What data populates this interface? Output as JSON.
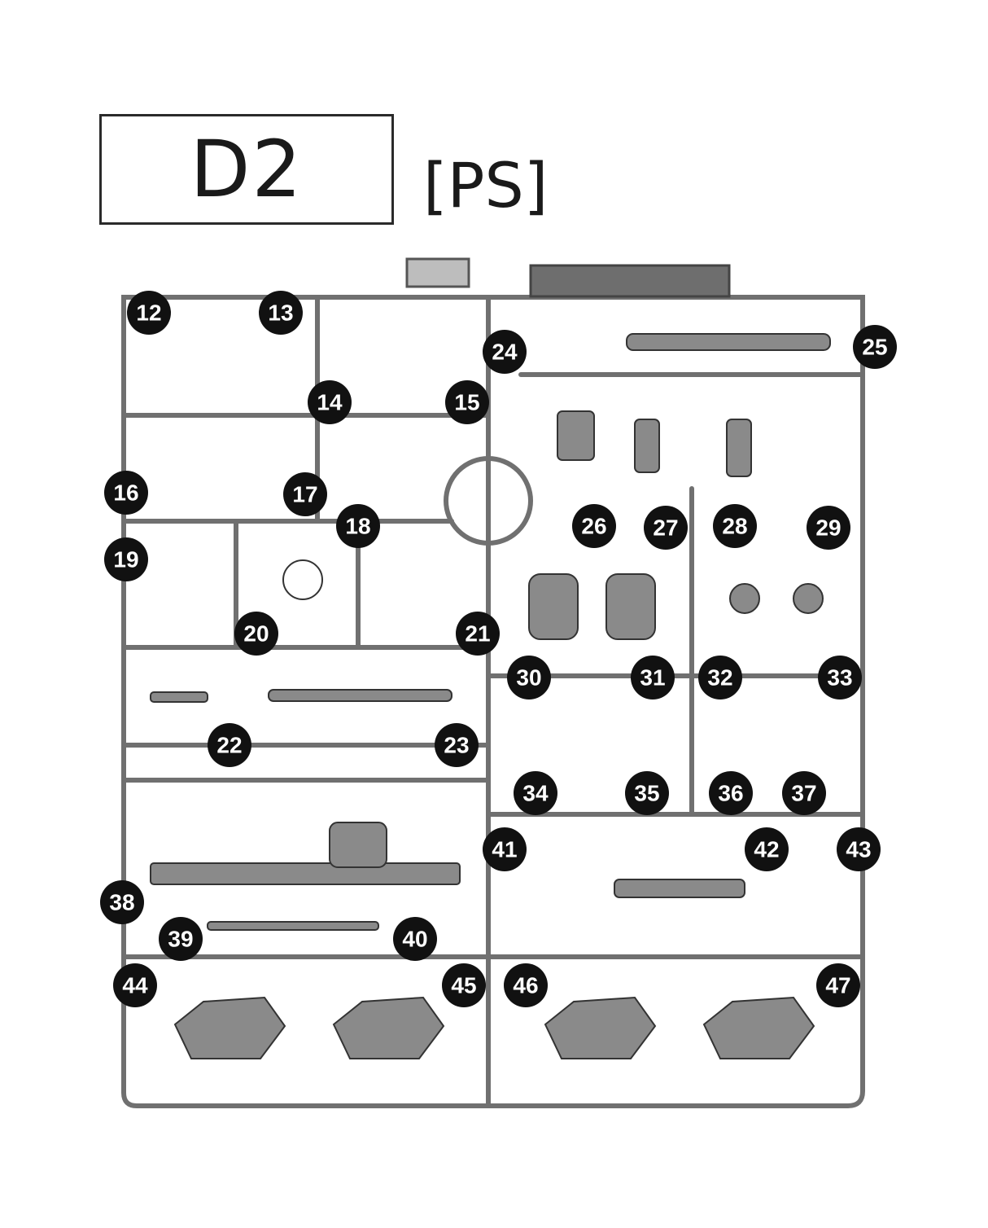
{
  "runner": {
    "code": "D2",
    "material": "[PS]"
  },
  "parts": [
    {
      "number": "12"
    },
    {
      "number": "13"
    },
    {
      "number": "14"
    },
    {
      "number": "15"
    },
    {
      "number": "24"
    },
    {
      "number": "25"
    },
    {
      "number": "16"
    },
    {
      "number": "17"
    },
    {
      "number": "18"
    },
    {
      "number": "19"
    },
    {
      "number": "26"
    },
    {
      "number": "27"
    },
    {
      "number": "28"
    },
    {
      "number": "29"
    },
    {
      "number": "20"
    },
    {
      "number": "21"
    },
    {
      "number": "30"
    },
    {
      "number": "31"
    },
    {
      "number": "32"
    },
    {
      "number": "33"
    },
    {
      "number": "22"
    },
    {
      "number": "23"
    },
    {
      "number": "34"
    },
    {
      "number": "35"
    },
    {
      "number": "36"
    },
    {
      "number": "37"
    },
    {
      "number": "41"
    },
    {
      "number": "42"
    },
    {
      "number": "43"
    },
    {
      "number": "38"
    },
    {
      "number": "39"
    },
    {
      "number": "40"
    },
    {
      "number": "44"
    },
    {
      "number": "45"
    },
    {
      "number": "46"
    },
    {
      "number": "47"
    }
  ],
  "colors": {
    "sprue": "#707070",
    "part_fill": "#8a8a8a",
    "label_bg": "#111111",
    "label_text": "#ffffff"
  }
}
